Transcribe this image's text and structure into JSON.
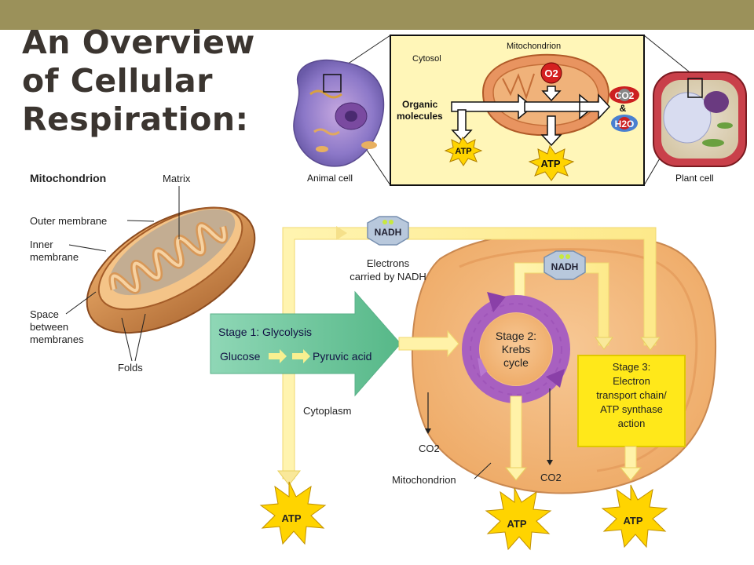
{
  "slide": {
    "title_lines": [
      "An Overview",
      "of Cellular",
      "Respiration:"
    ]
  },
  "top_figure": {
    "cytosol": "Cytosol",
    "mitochondrion": "Mitochondrion",
    "organic_line1": "Organic",
    "organic_line2": "molecules",
    "o2": "O2",
    "co2": "CO2",
    "amp": "&",
    "h2o": "H2O",
    "atp": "ATP",
    "animal_cell": "Animal cell",
    "plant_cell": "Plant cell"
  },
  "mito_figure": {
    "heading": "Mitochondrion",
    "matrix": "Matrix",
    "outer_membrane": "Outer membrane",
    "inner_membrane_1": "Inner",
    "inner_membrane_2": "membrane",
    "space_1": "Space",
    "space_2": "between",
    "space_3": "membranes",
    "folds": "Folds"
  },
  "process": {
    "nadh": "NADH",
    "electrons_1": "Electrons",
    "electrons_2": "carried by NADH",
    "stage1_title": "Stage 1: Glycolysis",
    "glucose": "Glucose",
    "pyruvic": "Pyruvic acid",
    "cytoplasm": "Cytoplasm",
    "stage2_1": "Stage 2:",
    "stage2_2": "Krebs",
    "stage2_3": "cycle",
    "stage3_1": "Stage 3:",
    "stage3_2": "Electron",
    "stage3_3": "transport chain/",
    "stage3_4": "ATP synthase",
    "stage3_5": "action",
    "co2": "CO2",
    "mitochondrion": "Mitochondrion",
    "atp": "ATP"
  },
  "colors": {
    "title": "#3b3530",
    "top_bar": "#9b915a",
    "yellow_panel": "#fff6b8",
    "glycolysis_green": "#6fc6a0",
    "krebs_purple": "#9b4fb0",
    "stage3_yellow": "#ffe81a",
    "atp_star": "#ffd400",
    "mito_orange": "#f1b071"
  }
}
